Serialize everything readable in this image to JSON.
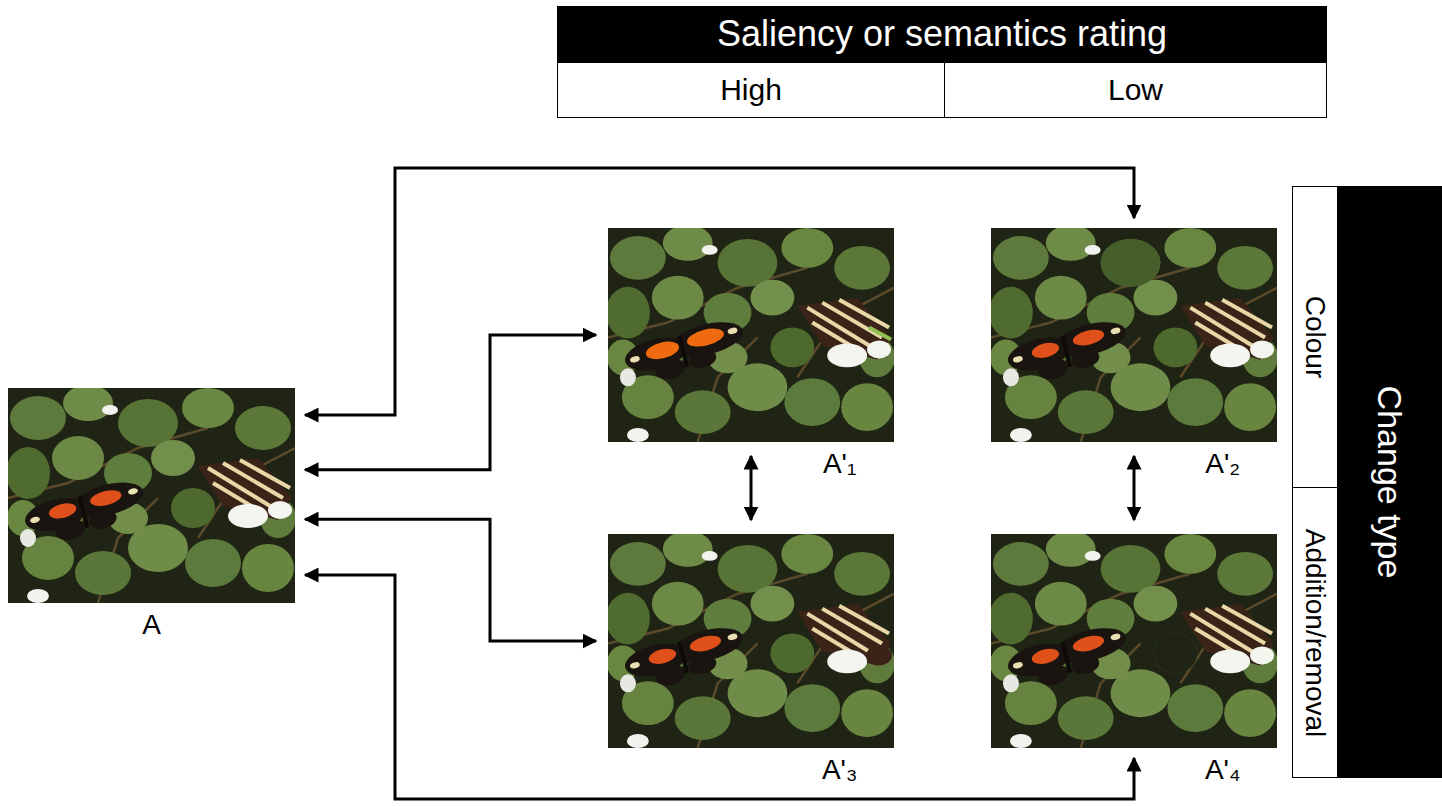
{
  "diagram": {
    "nodes": [
      {
        "text": [
          "Saliency or semantics rating"
        ]
      },
      {
        "text": [
          "High"
        ]
      },
      {
        "text": [
          "Low"
        ]
      },
      {
        "text": [
          "A"
        ]
      },
      {
        "text": [
          "A'₁"
        ]
      },
      {
        "text": [
          "A'₂"
        ]
      },
      {
        "text": [
          "A'₃"
        ]
      },
      {
        "text": [
          "A'₄"
        ]
      },
      {
        "text": [
          "Change type"
        ]
      },
      {
        "text": [
          "Colour"
        ]
      },
      {
        "text": [
          "Addition/removal"
        ]
      }
    ],
    "edges": [
      {
        "from": 3,
        "to": 4,
        "arrow": "both"
      },
      {
        "from": 3,
        "to": 5,
        "arrow": "both"
      },
      {
        "from": 3,
        "to": 6,
        "arrow": "both"
      },
      {
        "from": 3,
        "to": 7,
        "arrow": "both"
      },
      {
        "from": 4,
        "to": 6,
        "arrow": "both"
      },
      {
        "from": 5,
        "to": 7,
        "arrow": "both"
      }
    ]
  }
}
